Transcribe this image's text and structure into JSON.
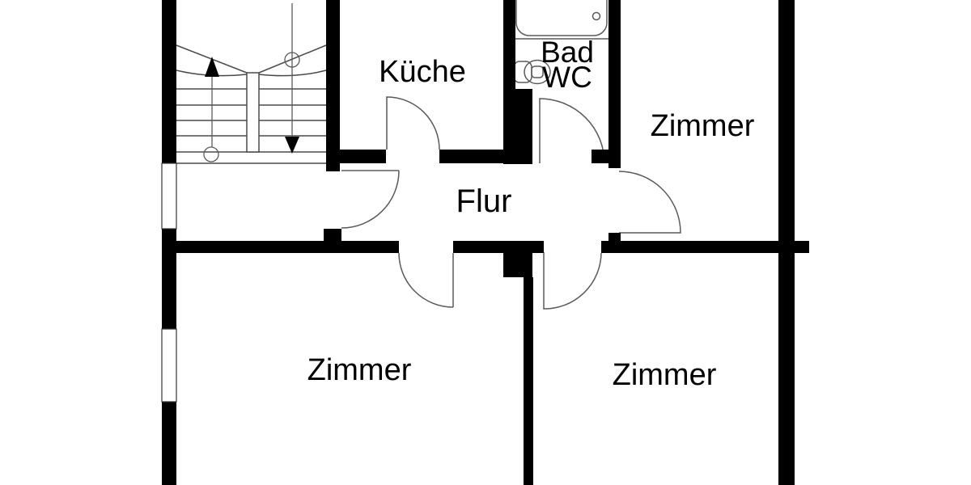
{
  "plan": {
    "rooms": {
      "kitchen": {
        "label": "Küche"
      },
      "bath_line1": {
        "label": "Bad"
      },
      "bath_line2": {
        "label": "WC"
      },
      "room_top_right": {
        "label": "Zimmer"
      },
      "hallway": {
        "label": "Flur"
      },
      "room_bottom_left": {
        "label": "Zimmer"
      },
      "room_bottom_right": {
        "label": "Zimmer"
      }
    },
    "colors": {
      "wall": "#000000",
      "line": "#4a4a4a",
      "door": "#5a5a5a",
      "fixture": "#5a5a5a",
      "window_frame": "#333333",
      "background": "#ffffff",
      "text": "#000000"
    }
  }
}
